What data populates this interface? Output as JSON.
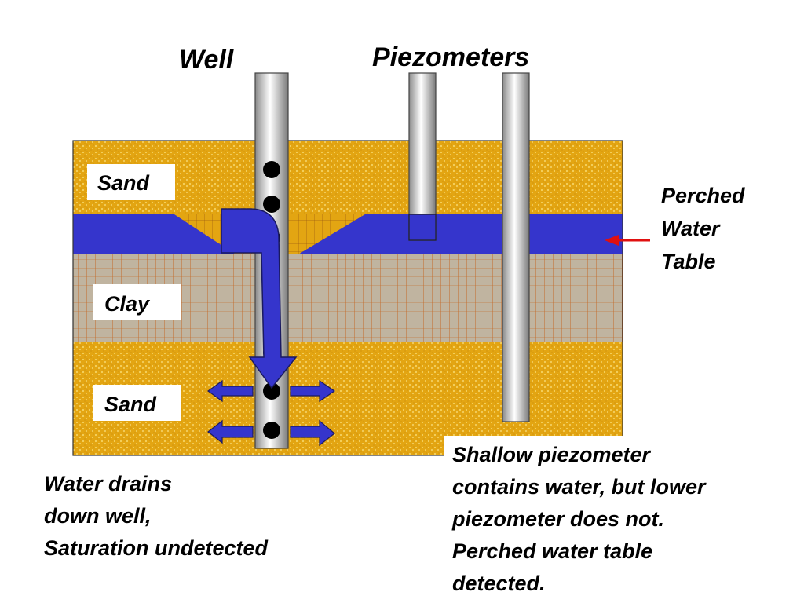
{
  "labels": {
    "well": "Well",
    "piezometers": "Piezometers",
    "sand_upper": "Sand",
    "clay": "Clay",
    "sand_lower": "Sand",
    "perched": [
      "Perched",
      "Water",
      "Table"
    ]
  },
  "captions": {
    "left": [
      "Water drains",
      "down well,",
      "Saturation undetected"
    ],
    "right": [
      "Shallow piezometer",
      "contains water, but lower",
      "piezometer does not.",
      "Perched water table",
      "detected."
    ]
  },
  "colors": {
    "sand": "#e3a512",
    "sand_speckle": "#f7d35a",
    "water": "#3535cc",
    "clay": "#c0b4a0",
    "clay_grid": "#c46a2a",
    "pipe": "#cfcfcf",
    "arrow_red": "#e01010"
  }
}
